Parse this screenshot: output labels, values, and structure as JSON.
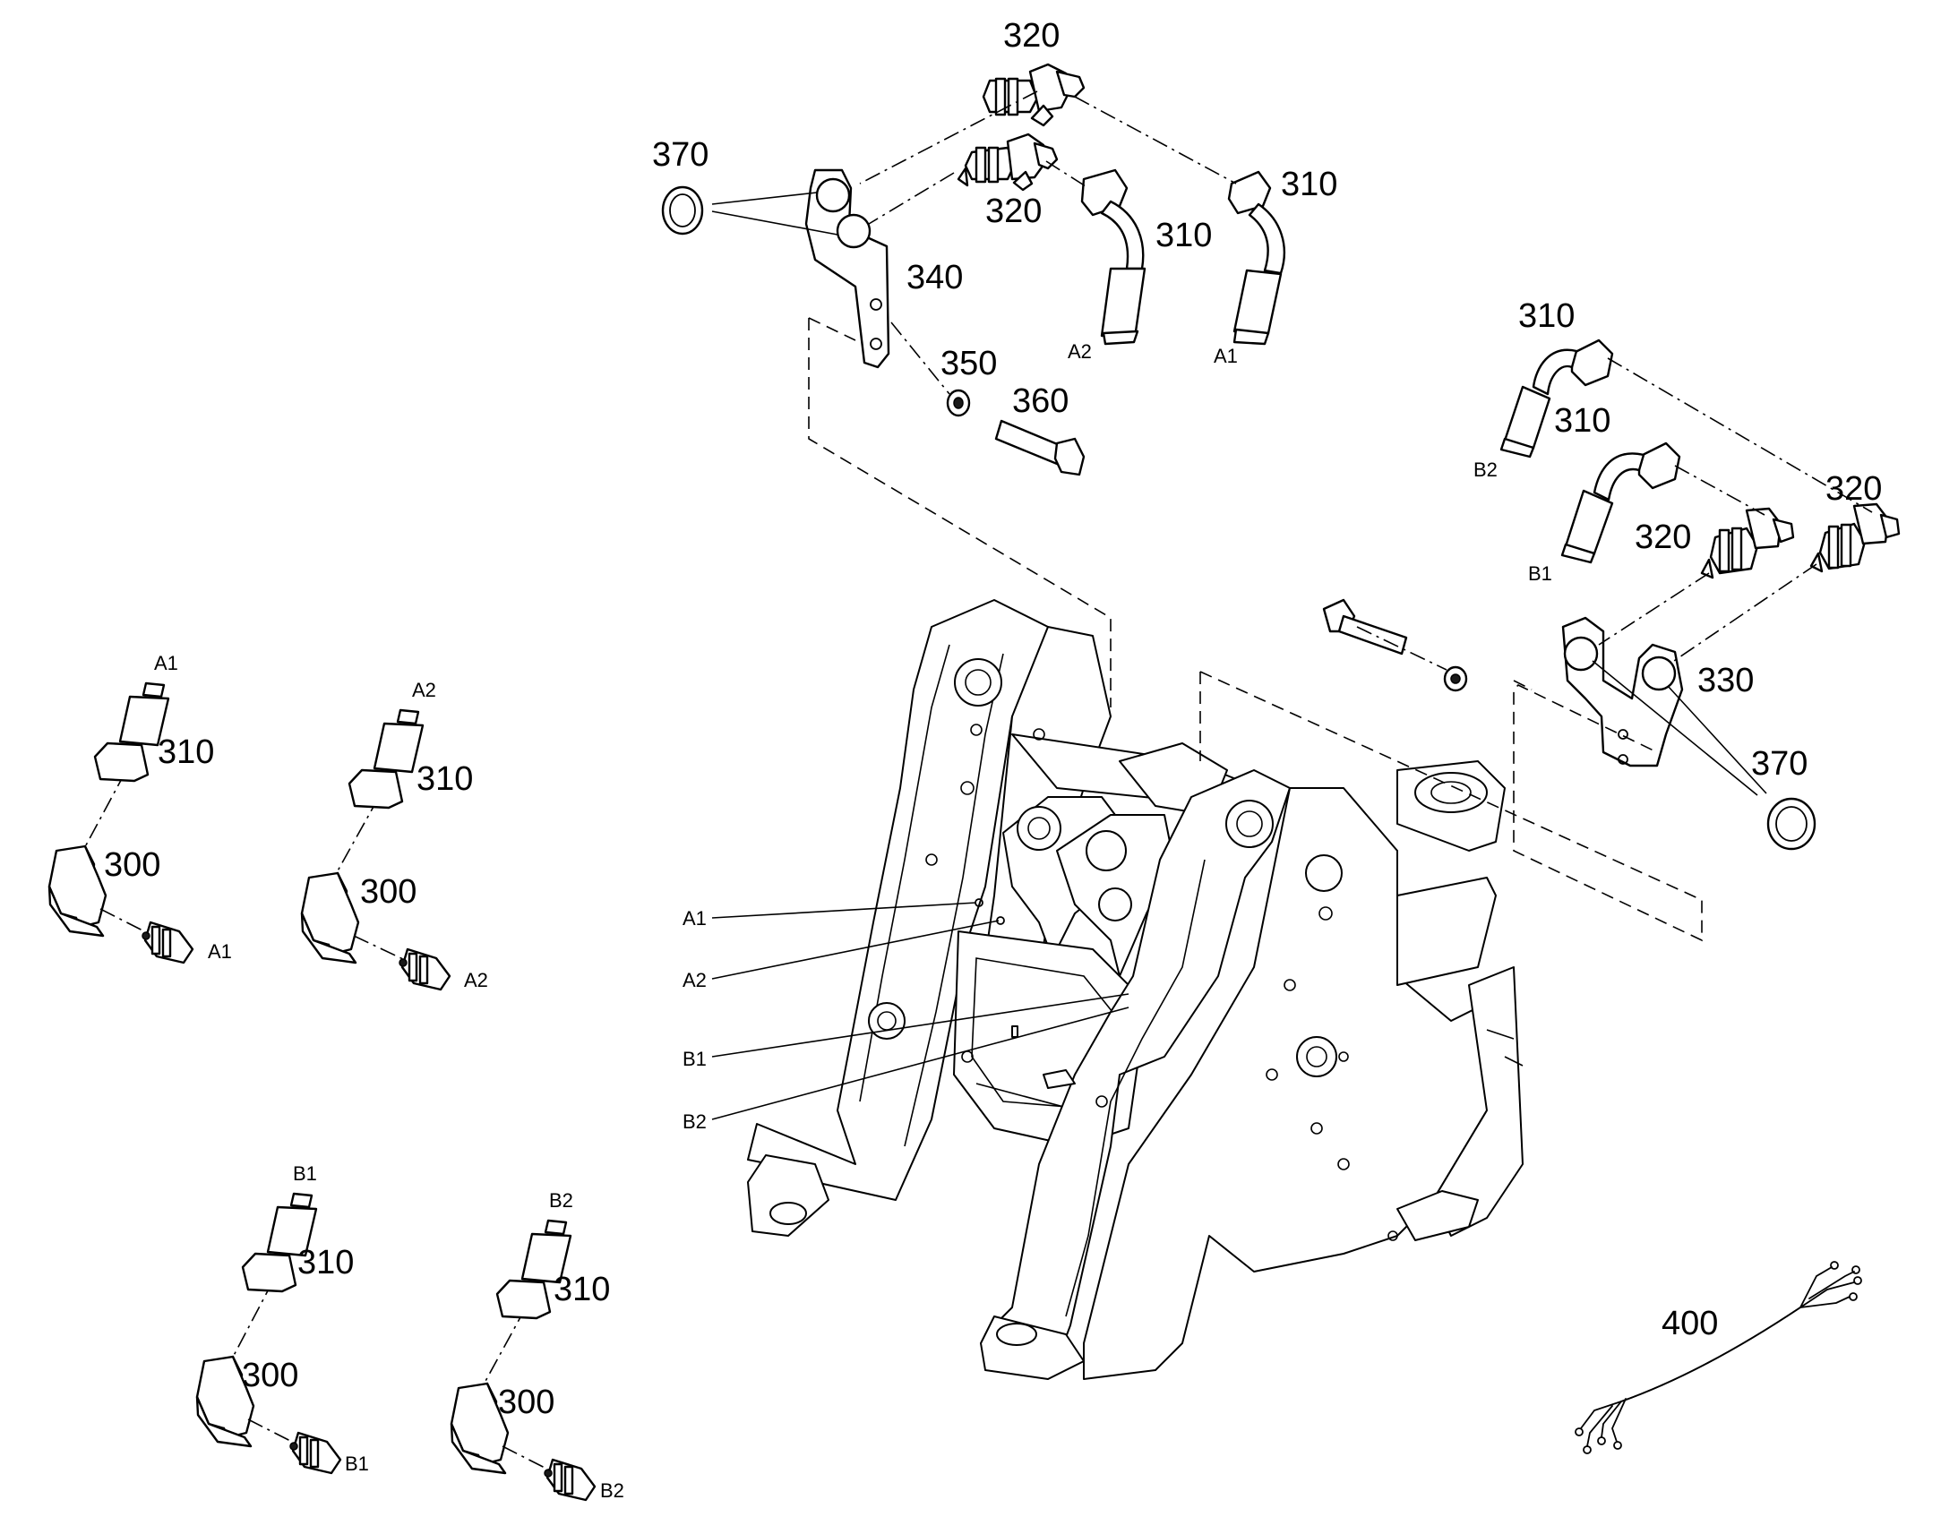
{
  "callouts": {
    "c320_top": "320",
    "c370_left": "370",
    "c320_mid": "320",
    "c310_a": "310",
    "c310_b": "310",
    "c340": "340",
    "c350": "350",
    "c360": "360",
    "c310_r1": "310",
    "c310_r2": "310",
    "c320_r1": "320",
    "c320_r2": "320",
    "c330": "330",
    "c370_right": "370",
    "c310_l1": "310",
    "c300_l1": "300",
    "c310_l2": "310",
    "c300_l2": "300",
    "c310_l3": "310",
    "c300_l3": "300",
    "c310_l4": "310",
    "c300_l4": "300",
    "c400": "400"
  },
  "ports": {
    "a2_top": "A2",
    "a1_top": "A1",
    "b2_right": "B2",
    "b1_right": "B1",
    "main_a1": "A1",
    "main_a2": "A2",
    "main_b1": "B1",
    "main_b2": "B2",
    "g1_top": "A1",
    "g1_sensor": "A1",
    "g2_top": "A2",
    "g2_sensor": "A2",
    "g3_top": "B1",
    "g3_sensor": "B1",
    "g4_top": "B2",
    "g4_sensor": "B2"
  }
}
